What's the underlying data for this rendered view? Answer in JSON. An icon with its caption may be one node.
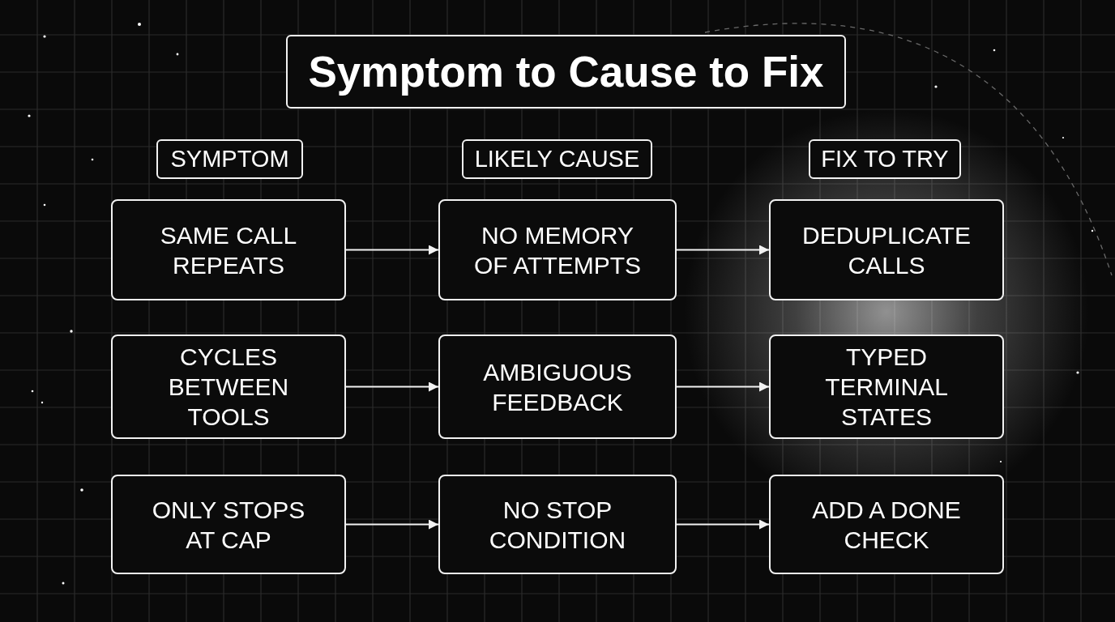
{
  "diagram": {
    "title": "Symptom to Cause to Fix",
    "nodes": [
      {
        "text": [
          "SYMPTOM"
        ]
      },
      {
        "text": [
          "LIKELY CAUSE"
        ]
      },
      {
        "text": [
          "FIX TO TRY"
        ]
      },
      {
        "text": [
          "SAME CALL REPEATS"
        ]
      },
      {
        "text": [
          "NO MEMORY OF ATTEMPTS"
        ]
      },
      {
        "text": [
          "DEDUPLICATE CALLS"
        ]
      },
      {
        "text": [
          "CYCLES BETWEEN TOOLS"
        ]
      },
      {
        "text": [
          "AMBIGUOUS FEEDBACK"
        ]
      },
      {
        "text": [
          "TYPED TERMINAL STATES"
        ]
      },
      {
        "text": [
          "ONLY STOPS AT CAP"
        ]
      },
      {
        "text": [
          "NO STOP CONDITION"
        ]
      },
      {
        "text": [
          "ADD A DONE CHECK"
        ]
      }
    ],
    "edges": [
      {
        "from": 3,
        "to": 4,
        "arrow": "to"
      },
      {
        "from": 4,
        "to": 5,
        "arrow": "to"
      },
      {
        "from": 6,
        "to": 7,
        "arrow": "to"
      },
      {
        "from": 7,
        "to": 8,
        "arrow": "to"
      },
      {
        "from": 9,
        "to": 10,
        "arrow": "to"
      },
      {
        "from": 10,
        "to": 11,
        "arrow": "to"
      }
    ]
  }
}
